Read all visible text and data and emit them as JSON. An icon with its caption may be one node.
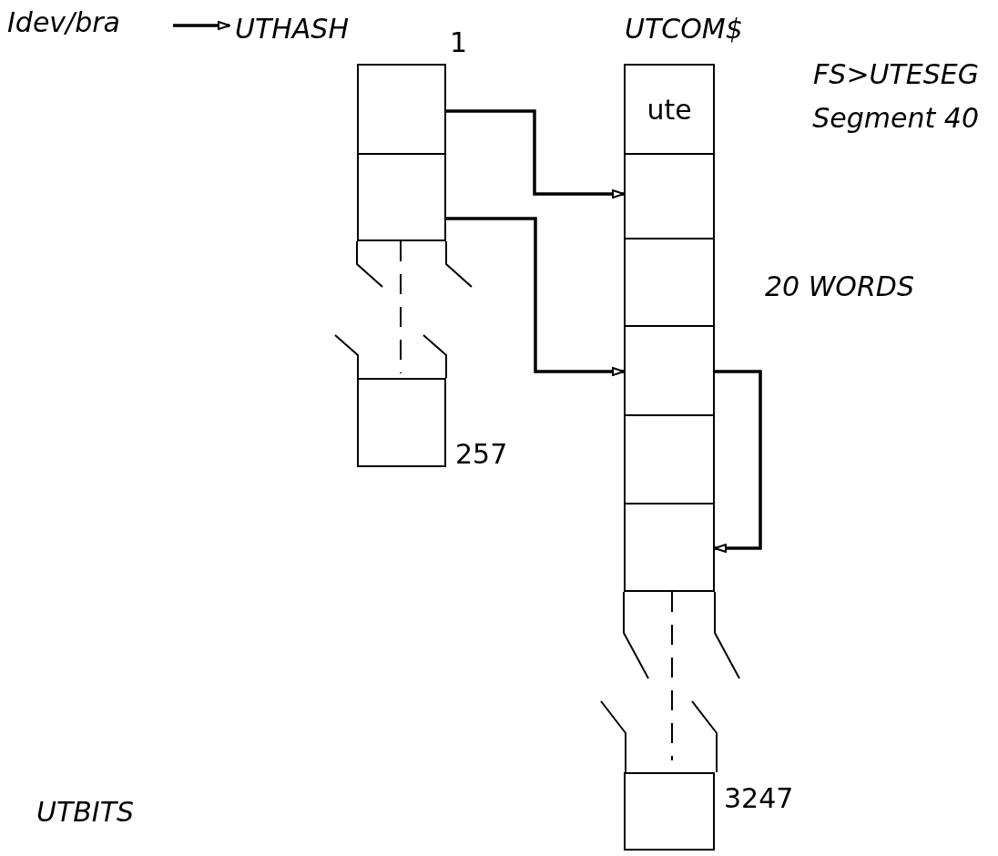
{
  "diagram": {
    "nodes": [
      {
        "text": [
          "Idev/bra"
        ]
      },
      {
        "text": [
          "UTHASH"
        ]
      },
      {
        "text": [],
        "shape": "box",
        "in": 1,
        "beside": [
          "1"
        ]
      },
      {
        "text": [],
        "shape": "box",
        "in": 1
      },
      {
        "text": [],
        "shape": "box",
        "in": 1,
        "beside": [
          "257"
        ]
      },
      {
        "text": [
          "UTCOM$"
        ],
        "beside": [
          "FS>UTESEG Segment 40",
          "20 WORDS"
        ]
      },
      {
        "text": [
          "ute"
        ],
        "in": 5
      },
      {
        "text": [],
        "shape": "box",
        "in": 5
      },
      {
        "text": [],
        "shape": "box",
        "in": 5
      },
      {
        "text": [],
        "shape": "box",
        "in": 5
      },
      {
        "text": [],
        "shape": "box",
        "in": 5
      },
      {
        "text": [],
        "shape": "box",
        "in": 5
      },
      {
        "text": [],
        "shape": "box",
        "in": 5,
        "beside": [
          "3247"
        ]
      }
    ],
    "edges": [
      {
        "from": 0,
        "to": 1,
        "arrow": "to"
      },
      {
        "from": 2,
        "to": 7,
        "arrow": "to"
      },
      {
        "from": 3,
        "to": 9,
        "arrow": "to"
      },
      {
        "from": 9,
        "to": 11,
        "arrow": "to"
      }
    ],
    "labels": [
      "UTBITS"
    ]
  }
}
